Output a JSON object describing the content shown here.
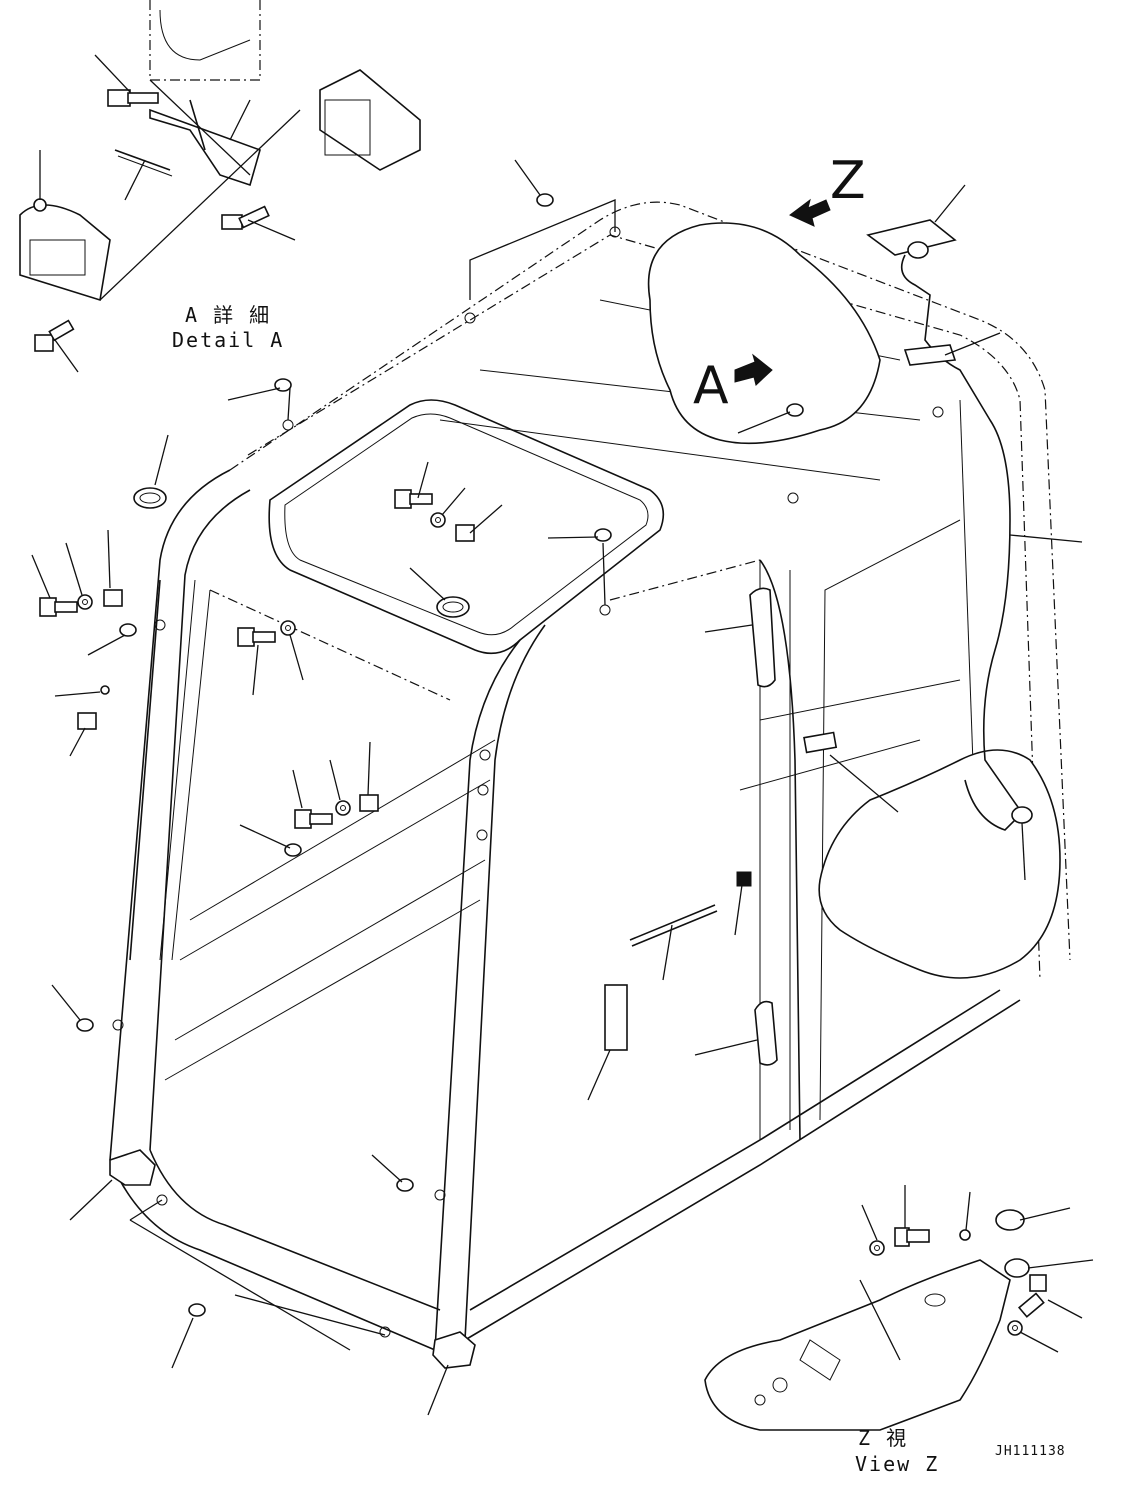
{
  "labels": {
    "view_z_marker": "Z",
    "detail_a_marker": "A",
    "detail_a_caption_jp": "A 詳 細",
    "detail_a_caption_en": "Detail A",
    "view_z_caption_jp": "Z 視",
    "view_z_caption_en": "View Z",
    "drawing_code": "JH111138"
  },
  "colors": {
    "line": "#111111",
    "background": "#ffffff"
  }
}
